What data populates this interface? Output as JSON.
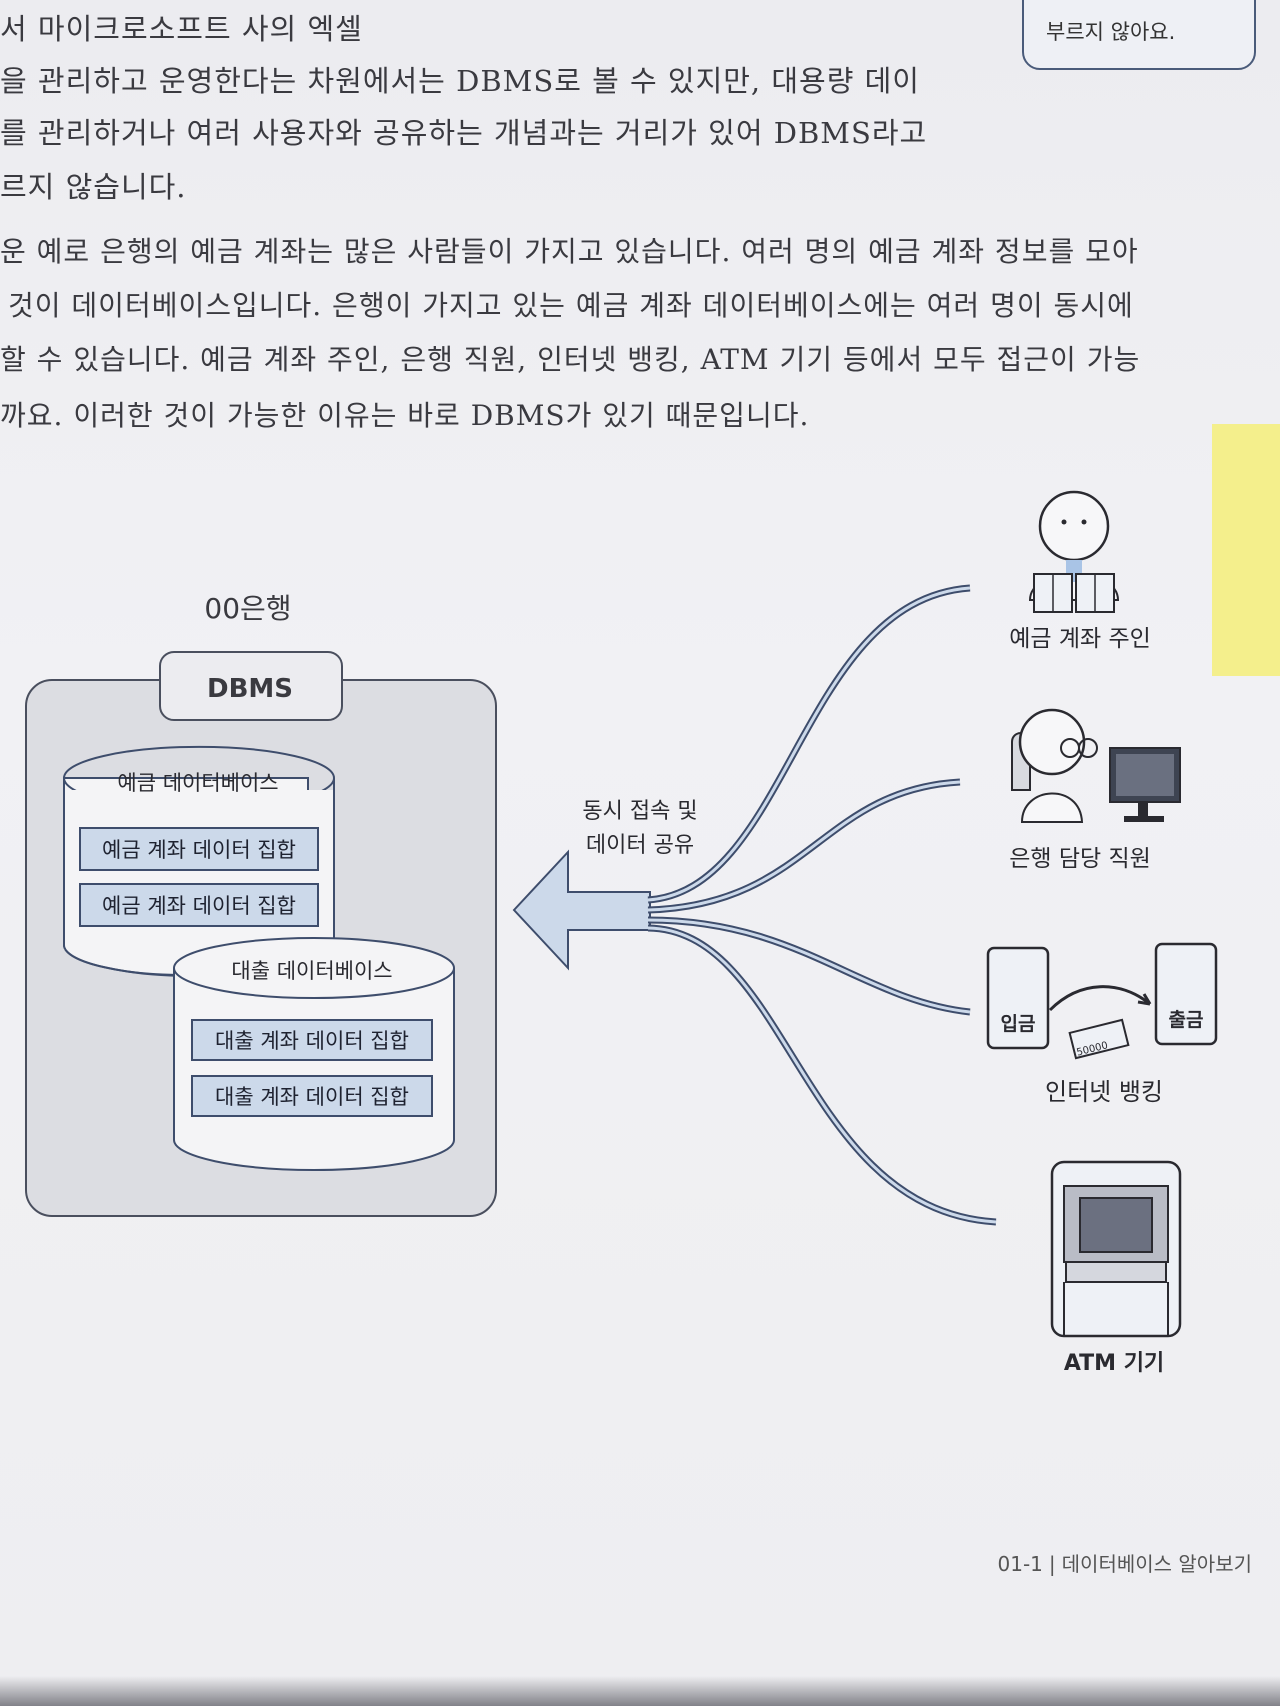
{
  "text_lines": [
    "서 마이크로소프트 사의 엑셀",
    "을 관리하고 운영한다는 차원에서는 DBMS로 볼 수 있지만, 대용량 데이",
    "를 관리하거나 여러 사용자와 공유하는 개념과는 거리가 있어 DBMS라고",
    "르지 않습니다.",
    "운 예로 은행의 예금 계좌는 많은 사람들이 가지고 있습니다. 여러 명의 예금 계좌 정보를 모아",
    "것이 데이터베이스입니다. 은행이 가지고 있는 예금 계좌 데이터베이스에는 여러 명이 동시에",
    "할 수 있습니다. 예금 계좌 주인, 은행 직원, 인터넷 뱅킹, ATM 기기 등에서 모두 접근이 가능",
    "까요. 이러한 것이 가능한 이유는 바로 DBMS가 있기 때문입니다."
  ],
  "callout_text": "부르지 않아요.",
  "diagram": {
    "bank_label": "00은행",
    "dbms_label": "DBMS",
    "deposit_db": {
      "title": "예금 데이터베이스",
      "sets": [
        "예금 계좌 데이터 집합",
        "예금 계좌 데이터 집합"
      ]
    },
    "loan_db": {
      "title": "대출 데이터베이스",
      "sets": [
        "대출 계좌 데이터 집합",
        "대출 계좌 데이터 집합"
      ]
    },
    "arrow_label_1": "동시 접속 및",
    "arrow_label_2": "데이터 공유",
    "users": {
      "owner": "예금 계좌 주인",
      "staff": "은행 담당 직원",
      "internet": "인터넷 뱅킹",
      "atm": "ATM 기기"
    },
    "phone_left_label": "입금",
    "phone_right_label": "출금",
    "money_label": "50000"
  },
  "footer": {
    "section": "01-1",
    "separator": "|",
    "title": "데이터베이스 알아보기"
  },
  "colors": {
    "accent_fill": "#ccd9ea",
    "line": "#3e4d6c",
    "sticky": "#f4ef8c"
  }
}
